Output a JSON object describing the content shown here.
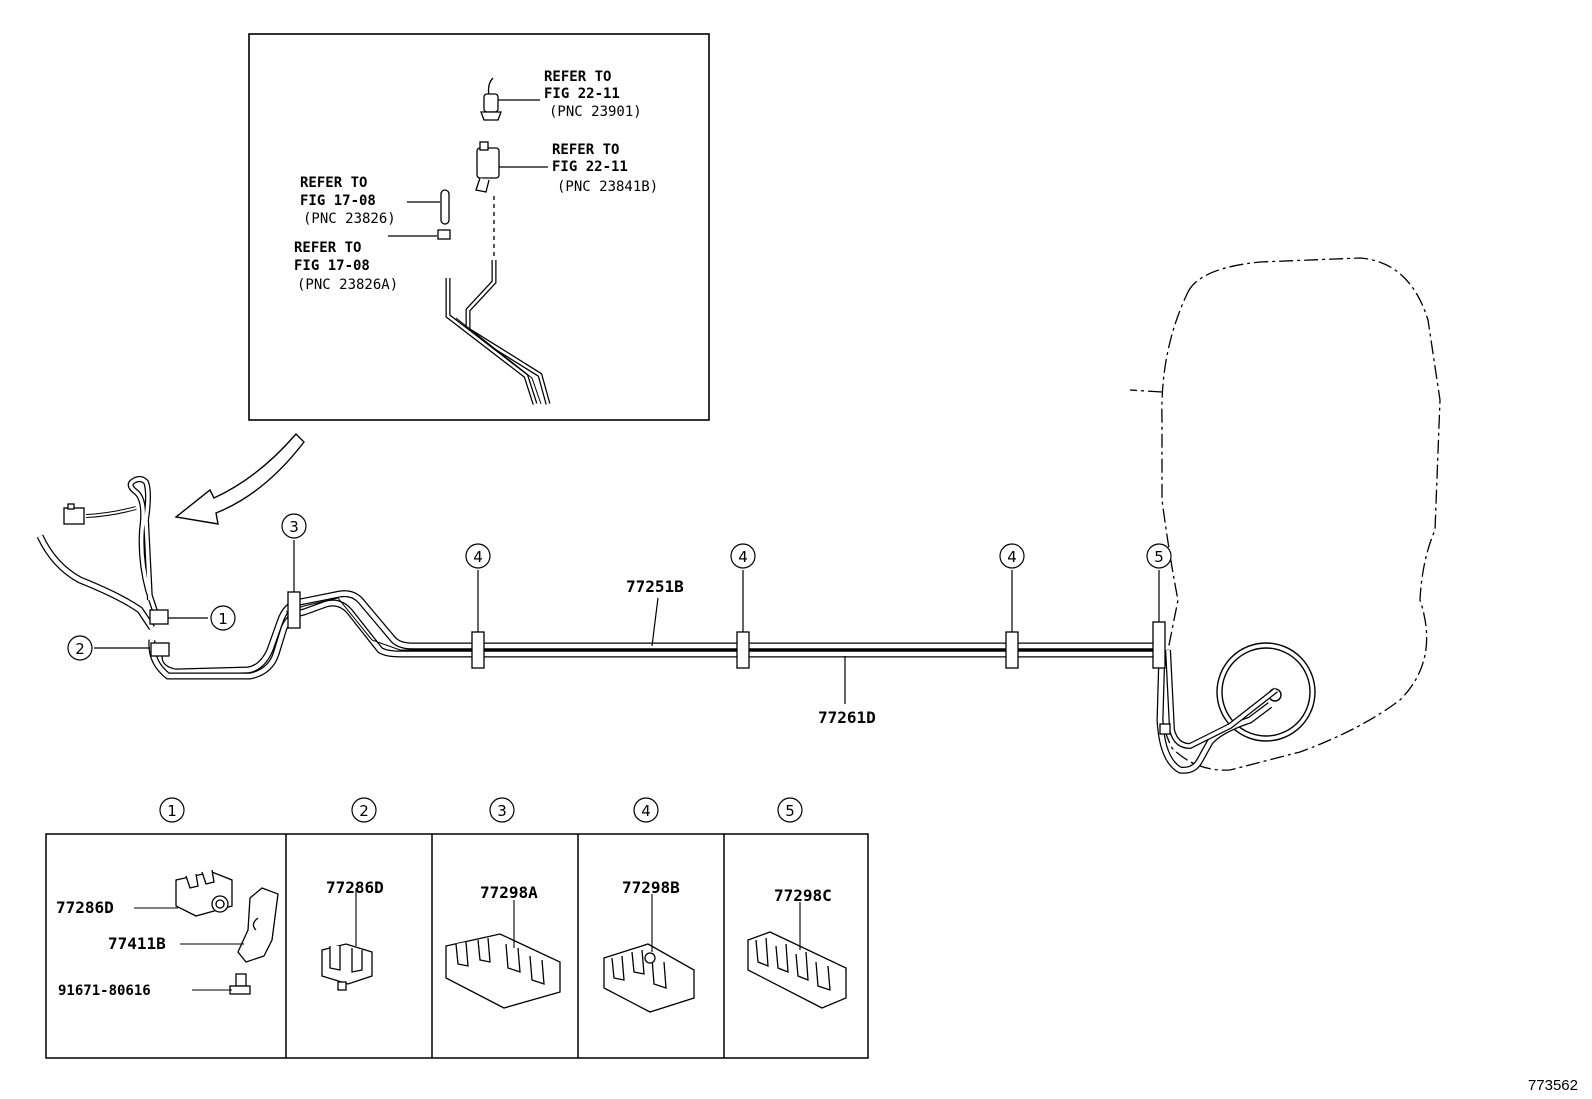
{
  "inset": {
    "refs": [
      {
        "lines": [
          "REFER TO",
          "FIG 22-11"
        ],
        "pnc": "(PNC 23901)"
      },
      {
        "lines": [
          "REFER TO",
          "FIG 22-11"
        ],
        "pnc": "(PNC 23841B)"
      },
      {
        "lines": [
          "REFER TO",
          "FIG 17-08"
        ],
        "pnc": "(PNC 23826)"
      },
      {
        "lines": [
          "REFER TO",
          "FIG 17-08"
        ],
        "pnc": "(PNC 23826A)"
      }
    ]
  },
  "callouts": {
    "c1": "1",
    "c2": "2",
    "c3": "3",
    "c4": "4",
    "c5": "5"
  },
  "pipes": {
    "upper": "77251B",
    "lower": "77261D"
  },
  "table": {
    "headers": [
      "1",
      "2",
      "3",
      "4",
      "5"
    ],
    "cells": [
      {
        "parts": [
          "77286D",
          "77411B",
          "91671-80616"
        ]
      },
      {
        "parts": [
          "77286D"
        ]
      },
      {
        "parts": [
          "77298A"
        ]
      },
      {
        "parts": [
          "77298B"
        ]
      },
      {
        "parts": [
          "77298C"
        ]
      }
    ]
  },
  "figure_number": "773562"
}
